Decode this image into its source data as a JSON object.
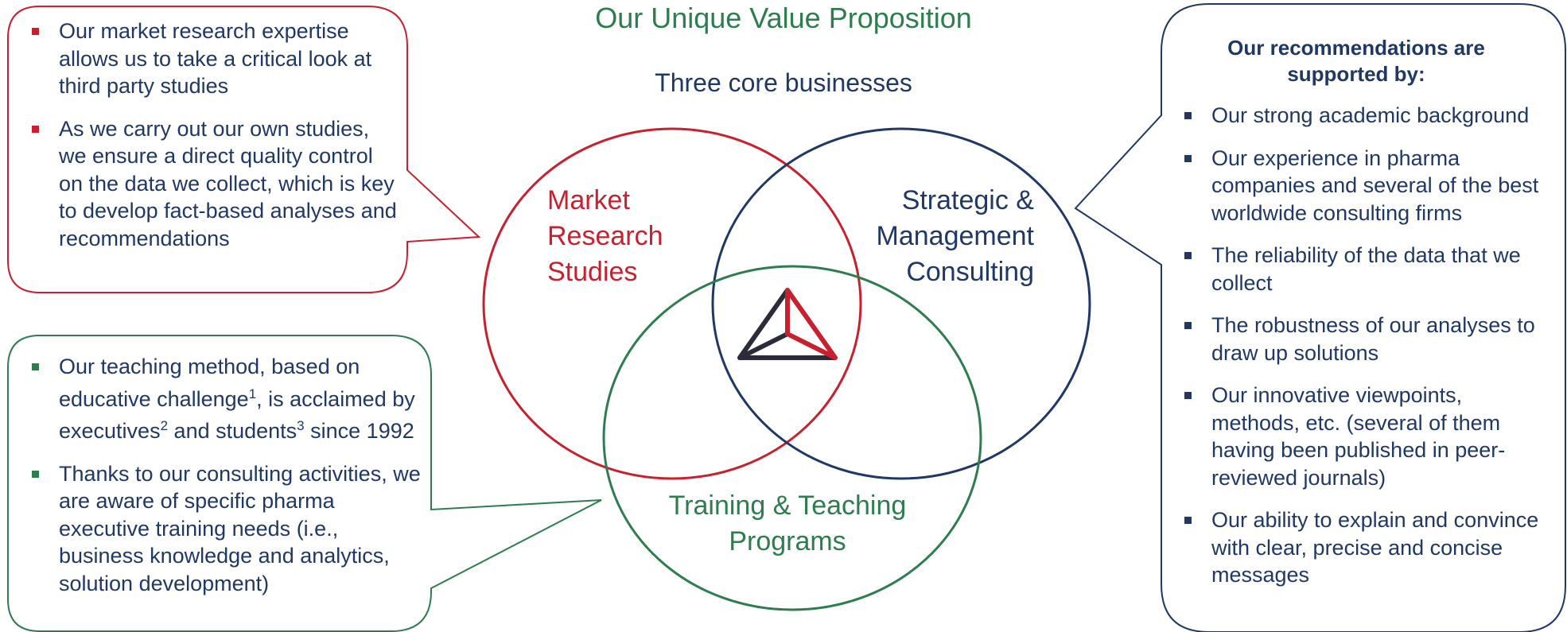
{
  "title": "Our Unique Value Proposition",
  "subtitle": "Three core businesses",
  "venn": {
    "red": [
      "Market",
      "Research",
      "Studies"
    ],
    "blue": [
      "Strategic &",
      "Management",
      "Consulting"
    ],
    "green": [
      "Training & Teaching",
      "Programs"
    ]
  },
  "left_top_bullets": [
    "Our market research expertise allows us to take a critical look at third party studies",
    "As we carry out our own studies, we ensure a direct quality control on the data we collect, which is key to develop fact-based analyses and recommendations"
  ],
  "left_bottom_bullets": [
    {
      "parts": [
        "Our teaching method, based on educative challenge",
        "1",
        ", is acclaimed by executives",
        "2",
        " and students",
        "3",
        " since 1992"
      ]
    },
    {
      "parts": [
        "Thanks to our consulting activities, we are aware of specific pharma executive training needs (i.e., business knowledge and analytics, solution development)"
      ]
    }
  ],
  "right_title": "Our recommendations are supported by:",
  "right_bullets": [
    "Our strong academic background",
    "Our experience in pharma companies and several of the best worldwide consulting firms",
    "The reliability of the data that we collect",
    "The robustness of our analyses to draw up solutions",
    "Our innovative viewpoints, methods, etc. (several of them having been published in peer-reviewed journals)",
    "Our ability to explain and convince with clear, precise and concise messages"
  ],
  "colors": {
    "red": "#c8202e",
    "blue": "#1f3864",
    "green": "#2e7d4f",
    "logo_dark": "#2b2b3a"
  },
  "icons": [
    "logo-triangle-icon",
    "bullet-square-icon"
  ]
}
